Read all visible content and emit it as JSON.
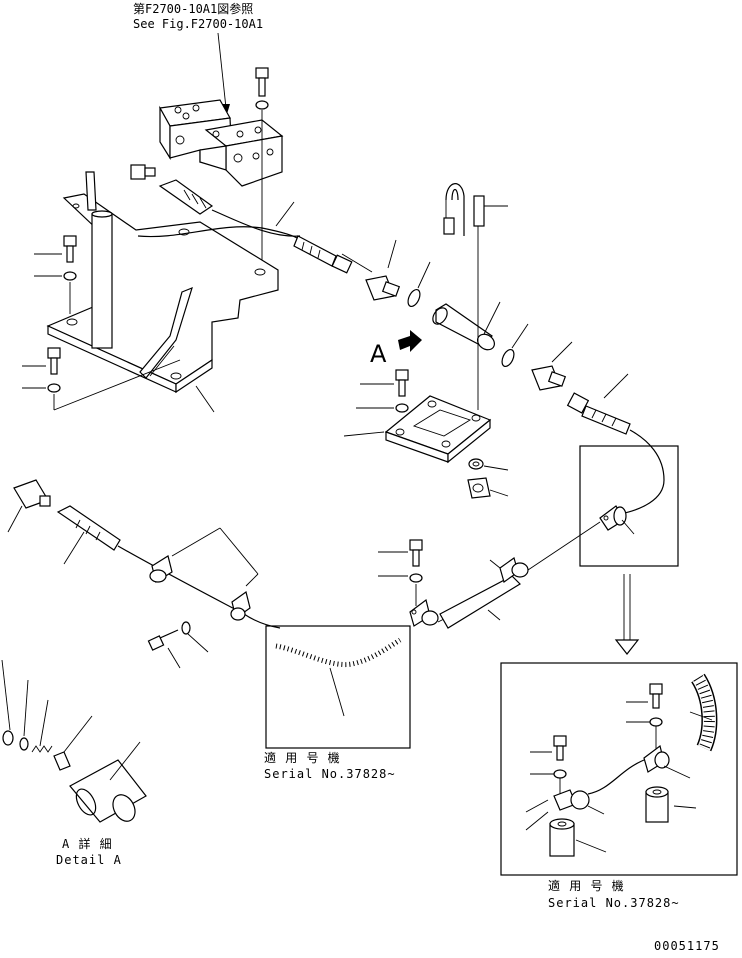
{
  "references": {
    "top_ref_jp": "第F2700-10A1図参照",
    "top_ref_en": "See Fig.F2700-10A1"
  },
  "view_marker": "A",
  "detail": {
    "jp": "A 詳 細",
    "en": "Detail A"
  },
  "serial_note_center": {
    "jp": "適 用 号 機",
    "en": "Serial No.37828~"
  },
  "serial_note_right": {
    "jp": "適 用 号 機",
    "en": "Serial No.37828~"
  },
  "drawing_number": "00051175"
}
